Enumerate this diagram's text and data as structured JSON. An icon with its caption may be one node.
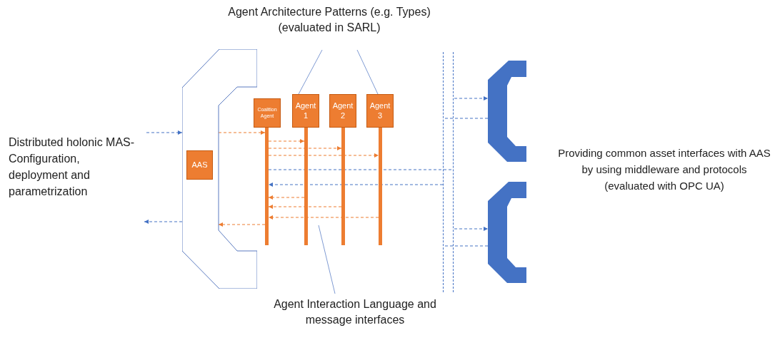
{
  "diagram": {
    "nodes": [
      {
        "text": [
          "Agent Architecture Patterns (e.g. Types)",
          "(evaluated in SARL)"
        ]
      },
      {
        "text": [],
        "shape": "bracket"
      },
      {
        "text": [
          "AAS"
        ],
        "in": 1
      },
      {
        "text": [
          "Coalition Agent"
        ]
      },
      {
        "text": [
          "Agent 1"
        ]
      },
      {
        "text": [
          "Agent 2"
        ]
      },
      {
        "text": [
          "Agent 3"
        ]
      },
      {
        "text": [],
        "shape": "bar"
      },
      {
        "text": [],
        "shape": "bar"
      },
      {
        "text": [],
        "shape": "bar"
      },
      {
        "text": [],
        "shape": "bar"
      },
      {
        "text": [],
        "shape": "bar"
      },
      {
        "text": [],
        "shape": "bar"
      },
      {
        "text": [],
        "shape": "bracket"
      },
      {
        "text": [],
        "shape": "bracket"
      },
      {
        "text": [
          "Agent Interaction Language and message interfaces"
        ]
      }
    ],
    "edges": [
      {
        "from": null,
        "to": 1,
        "arrow": "to",
        "style": "dashed"
      },
      {
        "from": 1,
        "to": null,
        "arrow": "to",
        "style": "dashed"
      },
      {
        "from": 1,
        "to": 7,
        "arrow": "to",
        "style": "dashed",
        "color": "#ed7d31"
      },
      {
        "from": 7,
        "to": 8,
        "arrow": "to",
        "style": "dashed",
        "color": "#ed7d31"
      },
      {
        "from": 7,
        "to": 9,
        "arrow": "to",
        "style": "dashed",
        "color": "#ed7d31"
      },
      {
        "from": 7,
        "to": 10,
        "arrow": "to",
        "style": "dashed",
        "color": "#ed7d31"
      },
      {
        "from": 7,
        "to": 12,
        "arrow": "none",
        "style": "dashed"
      },
      {
        "from": 11,
        "to": 7,
        "arrow": "to",
        "style": "dashed"
      },
      {
        "from": 8,
        "to": 7,
        "arrow": "to",
        "style": "dashed",
        "color": "#ed7d31"
      },
      {
        "from": 9,
        "to": 7,
        "arrow": "to",
        "style": "dashed",
        "color": "#ed7d31"
      },
      {
        "from": 10,
        "to": 7,
        "arrow": "to",
        "style": "dashed",
        "color": "#ed7d31"
      },
      {
        "from": 7,
        "to": 1,
        "arrow": "to",
        "style": "dashed",
        "color": "#ed7d31"
      },
      {
        "from": 12,
        "to": 13,
        "arrow": "to",
        "style": "dashed"
      },
      {
        "from": 13,
        "to": 11,
        "arrow": "none",
        "style": "dashed"
      },
      {
        "from": 12,
        "to": 14,
        "arrow": "to",
        "style": "dashed"
      },
      {
        "from": 14,
        "to": 11,
        "arrow": "none",
        "style": "dashed"
      },
      {
        "from": 0,
        "to": 4,
        "arrow": "none"
      },
      {
        "from": 0,
        "to": 6,
        "arrow": "none"
      },
      {
        "from": 15,
        "to": null,
        "arrow": "none"
      }
    ],
    "labels": [
      "Distributed holonic MAS-Configuration, deployment and parametrization",
      "Providing common asset interfaces with AAS by using middleware and protocols",
      "(evaluated with OPC UA)"
    ]
  }
}
